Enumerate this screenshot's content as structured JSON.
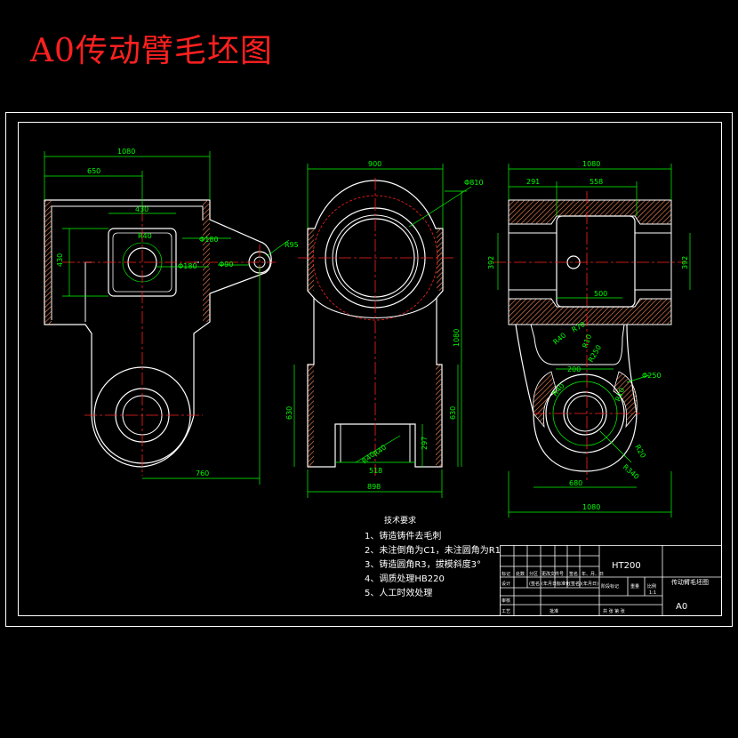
{
  "title": "A0传动臂毛坯图",
  "colors": {
    "background": "#000000",
    "title": "#ff2020",
    "outline": "#ffffff",
    "dimension": "#00ff00",
    "centerline": "#ff2020",
    "hatch": "#ff8c5a"
  },
  "views": {
    "front": {
      "dims": {
        "total_width": "1080",
        "left_width": "650",
        "bottom_width": "760",
        "height": "430",
        "box_width": "430",
        "r_inner": "R40",
        "d_hole": "Φ180",
        "d_outer": "Φ180",
        "d_pin": "Φ90",
        "r_arm": "R95"
      }
    },
    "side": {
      "dims": {
        "top_width": "900",
        "d_ring": "Φ810",
        "height_total": "1080",
        "lower_height": "630",
        "lower_height_right": "630",
        "slot_width": "518",
        "slot_depth": "297",
        "r_a": "R40",
        "r_b": "R40",
        "bottom_width": "898"
      }
    },
    "section": {
      "dims": {
        "total_width": "1080",
        "left_seg": "291",
        "right_seg": "558",
        "height_left": "392",
        "height_right": "392",
        "inner_width": "500",
        "r1": "R40",
        "r2": "R70",
        "r3": "R10",
        "r4": "R250",
        "inner_bore": "200",
        "r5": "R40",
        "r6": "R10",
        "d_bore": "Φ250",
        "r7": "R20",
        "r8": "R340",
        "lower_width": "680",
        "bottom_width": "1080"
      }
    }
  },
  "notes": {
    "heading": "技术要求",
    "items": [
      "1、铸造铸件去毛刺",
      "2、未注倒角为C1，未注圆角为R1",
      "3、铸造圆角R3，拔模斜度3°",
      "4、调质处理HB220",
      "5、人工时效处理"
    ]
  },
  "title_block": {
    "material": "HT200",
    "part_name": "传动臂毛坯图",
    "sheet_size": "A0",
    "row1": [
      "标记",
      "处数",
      "分区",
      "更改文件号",
      "签名",
      "年、月、日"
    ],
    "row2": [
      "设计",
      "(签名)",
      "(年月日)",
      "标准化",
      "(签名)",
      "(年月日)"
    ],
    "row3": [
      "审核"
    ],
    "row4": [
      "工艺",
      "批准"
    ],
    "stage_labels": [
      "阶段标记",
      "重量",
      "比例"
    ],
    "scale": "1:1",
    "sheet_info": "共 张 第 张"
  }
}
